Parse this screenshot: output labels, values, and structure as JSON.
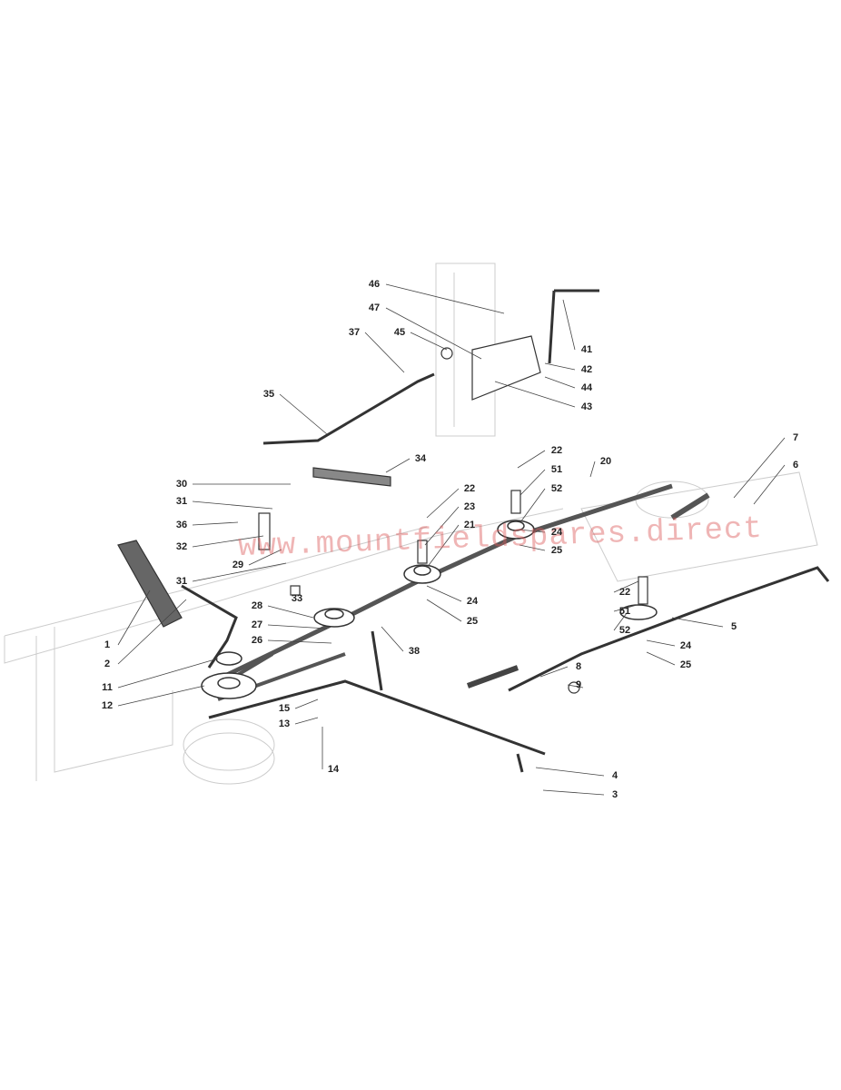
{
  "watermark": "www.mountfieldspares.direct",
  "callouts": [
    "46",
    "47",
    "45",
    "37",
    "35",
    "41",
    "42",
    "44",
    "43",
    "34",
    "30",
    "31",
    "36",
    "32",
    "29",
    "31",
    "33",
    "22",
    "51",
    "52",
    "20",
    "22",
    "23",
    "21",
    "24",
    "25",
    "24",
    "25",
    "28",
    "27",
    "26",
    "38",
    "1",
    "2",
    "11",
    "12",
    "7",
    "6",
    "22",
    "51",
    "52",
    "5",
    "24",
    "25",
    "8",
    "9",
    "15",
    "13",
    "14",
    "4",
    "3"
  ]
}
